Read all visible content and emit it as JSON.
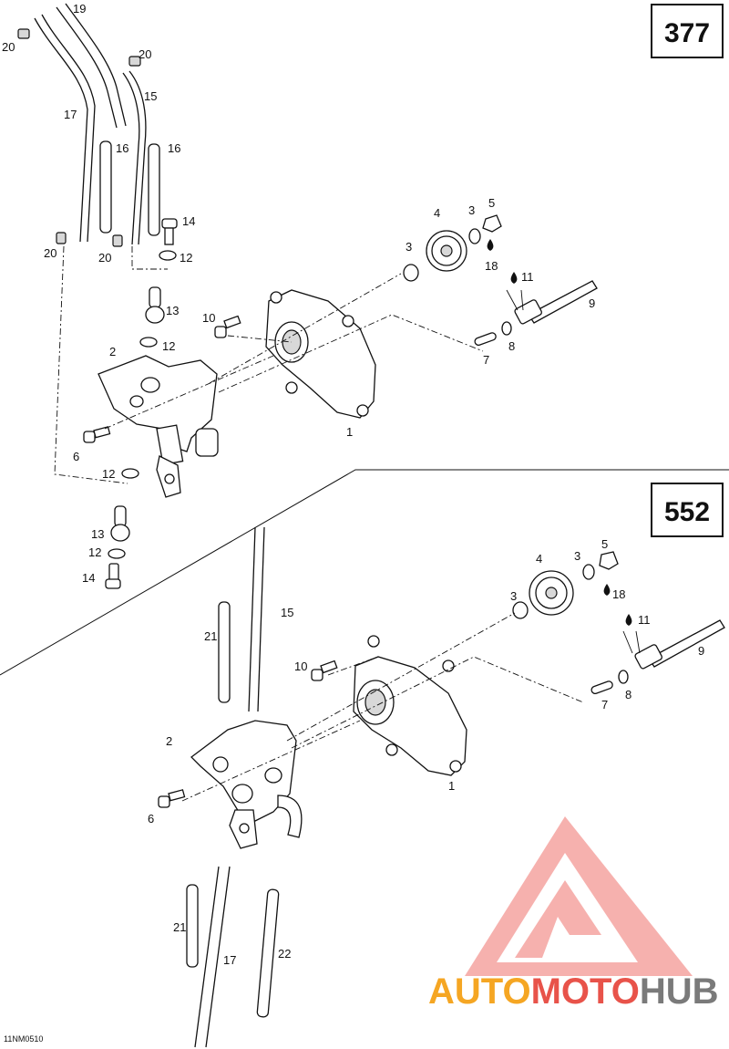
{
  "sections": [
    {
      "model": "377"
    },
    {
      "model": "552"
    }
  ],
  "callouts_top": [
    "19",
    "20",
    "20",
    "15",
    "17",
    "16",
    "16",
    "14",
    "12",
    "20",
    "20",
    "13",
    "10",
    "12",
    "2",
    "6",
    "12",
    "13",
    "12",
    "14",
    "1",
    "3",
    "4",
    "3",
    "5",
    "18",
    "11",
    "9",
    "8",
    "7"
  ],
  "callouts_bottom": [
    "15",
    "21",
    "10",
    "2",
    "6",
    "1",
    "3",
    "4",
    "3",
    "5",
    "18",
    "11",
    "9",
    "8",
    "7",
    "21",
    "17",
    "22"
  ],
  "drawing_code": "11NM0510",
  "watermark": {
    "word_1": "AUTO",
    "word_2": "MOTO",
    "word_3": "HUB",
    "colors": {
      "orange": "#f5a623",
      "red": "#e8534a",
      "gray": "#7a7a7a",
      "logo_fill": "#f4a3a0"
    }
  }
}
